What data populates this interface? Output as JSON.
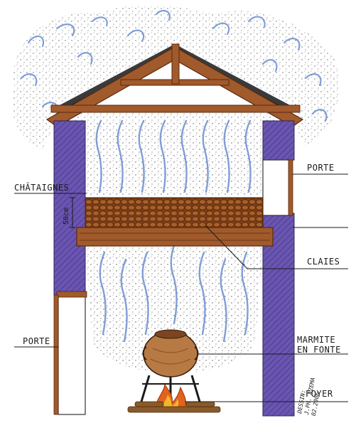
{
  "labels": {
    "porte_top": "PORTE",
    "chataignes": "CHÂTAIGNES",
    "height_50cm": "50cm",
    "claies": "CLAIES",
    "porte_left": "PORTE",
    "marmite_line1": "MARMITE",
    "marmite_line2": "EN FONTE",
    "foyer": "FOYER"
  },
  "signature": {
    "line1": "DESSIN:",
    "line2": "J.PH. AZEMA",
    "line3": "02.2006"
  },
  "colors": {
    "wall": "#6a55b0",
    "wood": "#a05a2c",
    "roof_tiles": "#3a3a3a",
    "chestnuts": "#8b4a1e",
    "smoke": "#7f9ed6",
    "pot": "#b77a45",
    "fire": "#e2621e"
  }
}
